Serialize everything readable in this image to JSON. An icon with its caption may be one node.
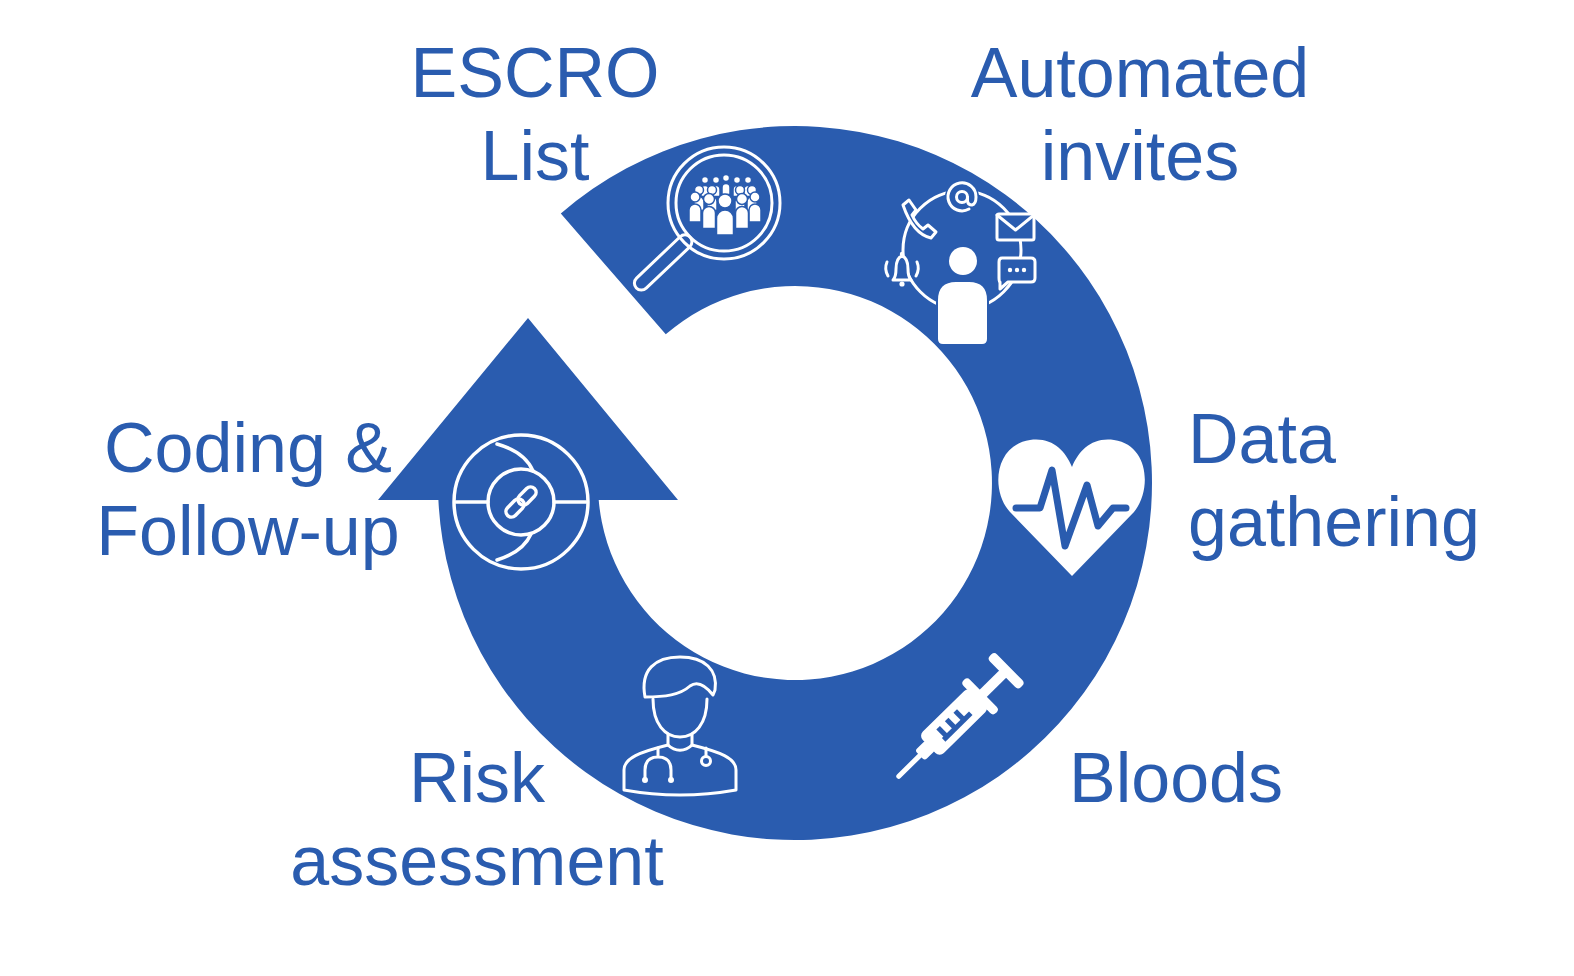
{
  "diagram": {
    "labels": [
      "ESCRO List",
      "Automated invites",
      "Data gathering",
      "Bloods",
      "Risk assessment",
      "Coding & Follow-up"
    ]
  }
}
